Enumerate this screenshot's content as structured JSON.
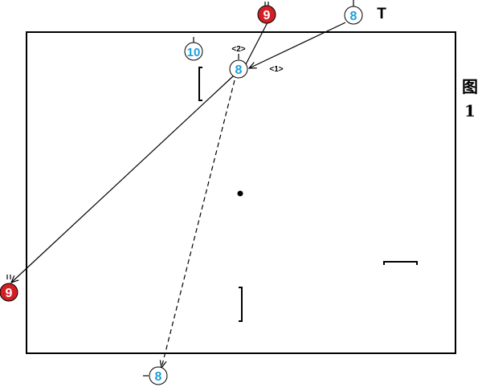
{
  "figure": {
    "caption_char": "图",
    "caption_num": "1"
  },
  "labels": {
    "phase_1": "<1>",
    "phase_2": "<2>"
  },
  "players": {
    "blue_8_top": "8",
    "red_9_top": "9",
    "blue_10": "10",
    "blue_8_center": "8",
    "red_9_left": "9",
    "blue_8_bottom": "8"
  },
  "marker_T": "T",
  "colors": {
    "blue_player": "#1aa0dc",
    "red_player": "#d21f26",
    "line": "#000000",
    "court_border": "#000000"
  },
  "icons": {
    "player": "numbered-circle",
    "ball": "dot",
    "cone": "bracket-mark"
  }
}
